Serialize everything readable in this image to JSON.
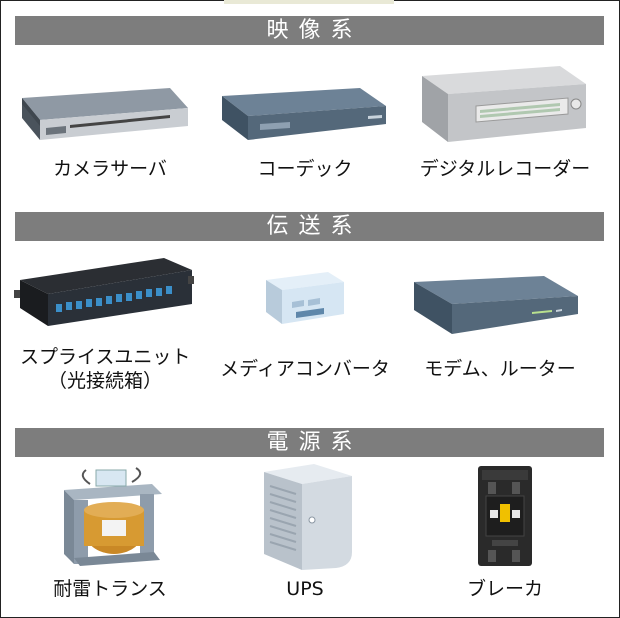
{
  "sections": [
    {
      "title": "映像系",
      "items": [
        {
          "icon": "camera-server-icon",
          "label": "カメラサーバ"
        },
        {
          "icon": "codec-icon",
          "label": "コーデック"
        },
        {
          "icon": "digital-recorder-icon",
          "label": "デジタルレコーダー"
        }
      ]
    },
    {
      "title": "伝送系",
      "items": [
        {
          "icon": "splice-unit-icon",
          "label": "スプライスユニット",
          "label2": "（光接続箱）"
        },
        {
          "icon": "media-converter-icon",
          "label": "メディアコンバータ"
        },
        {
          "icon": "modem-router-icon",
          "label": "モデム、ルーター"
        }
      ]
    },
    {
      "title": "電源系",
      "items": [
        {
          "icon": "lightning-transformer-icon",
          "label": "耐雷トランス"
        },
        {
          "icon": "ups-icon",
          "label": "UPS"
        },
        {
          "icon": "breaker-icon",
          "label": "ブレーカ"
        }
      ]
    }
  ]
}
